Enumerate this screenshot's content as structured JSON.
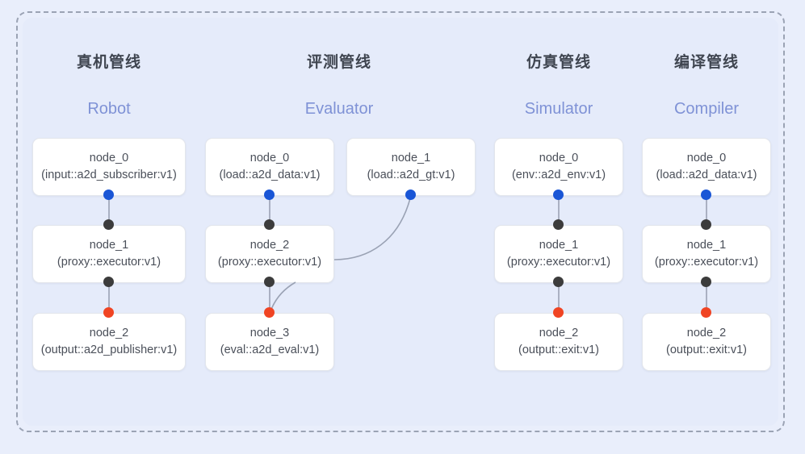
{
  "diagram": {
    "background_color": "#e9eefb",
    "panel_color": "#e5ebfa",
    "frame_border_color": "#9ba3b4",
    "accent_colors": {
      "title": "#3f4550",
      "subtitle": "#7f92d6",
      "port_input": "#1a56d6",
      "port_middle": "#3c3c3c",
      "port_output": "#f04423",
      "edge": "#9aa2b4"
    }
  },
  "columns": [
    {
      "title": "真机管线",
      "subtitle": "Robot",
      "nodes": [
        {
          "name": "node_0",
          "spec": "(input::a2d_subscriber:v1)"
        },
        {
          "name": "node_1",
          "spec": "(proxy::executor:v1)"
        },
        {
          "name": "node_2",
          "spec": "(output::a2d_publisher:v1)"
        }
      ]
    },
    {
      "title": "评测管线",
      "subtitle": "Evaluator",
      "nodes": [
        {
          "name": "node_0",
          "spec": "(load::a2d_data:v1)"
        },
        {
          "name": "node_1",
          "spec": "(load::a2d_gt:v1)"
        },
        {
          "name": "node_2",
          "spec": "(proxy::executor:v1)"
        },
        {
          "name": "node_3",
          "spec": "(eval::a2d_eval:v1)"
        }
      ]
    },
    {
      "title": "仿真管线",
      "subtitle": "Simulator",
      "nodes": [
        {
          "name": "node_0",
          "spec": "(env::a2d_env:v1)"
        },
        {
          "name": "node_1",
          "spec": "(proxy::executor:v1)"
        },
        {
          "name": "node_2",
          "spec": "(output::exit:v1)"
        }
      ]
    },
    {
      "title": "编译管线",
      "subtitle": "Compiler",
      "nodes": [
        {
          "name": "node_0",
          "spec": "(load::a2d_data:v1)"
        },
        {
          "name": "node_1",
          "spec": "(proxy::executor:v1)"
        },
        {
          "name": "node_2",
          "spec": "(output::exit:v1)"
        }
      ]
    }
  ]
}
